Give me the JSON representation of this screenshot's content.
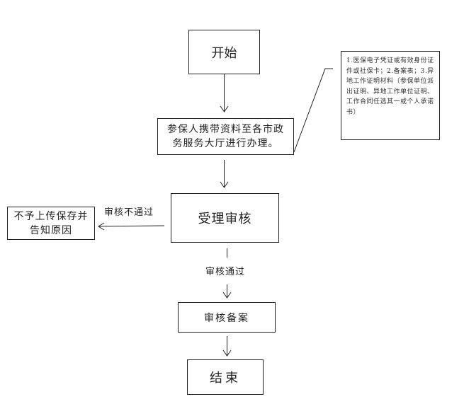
{
  "nodes": {
    "start": "开始",
    "carry": "参保人携带资料至各市政务服务大厅进行办理。",
    "review": "受理审核",
    "reject": "不予上传保存并告知原因",
    "file": "审核备案",
    "end": "结束"
  },
  "note": "1.医保电子凭证或有效身份证件或社保卡；2.备案表；3.异地工作证明材料（参保单位派出证明、异地工作单位证明、工作合同任选其一或个人承诺书）",
  "edge_labels": {
    "fail": "审核不通过",
    "pass": "审核通过"
  }
}
